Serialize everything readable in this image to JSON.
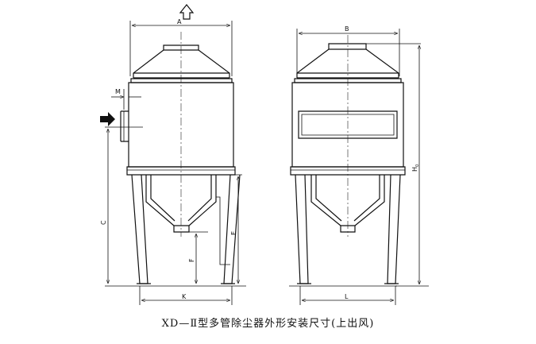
{
  "caption": "XD—Ⅱ型多管除尘器外形安装尺寸(上出风)",
  "labels": {
    "A": "A",
    "B": "B",
    "M": "M",
    "C": "C",
    "E": "E",
    "F": "F",
    "K": "K",
    "L": "L",
    "H": "H",
    "H_sub": "0"
  },
  "icons": {
    "outlet_arrow": "up-arrow-outline",
    "inlet_arrow": "right-arrow-filled"
  }
}
